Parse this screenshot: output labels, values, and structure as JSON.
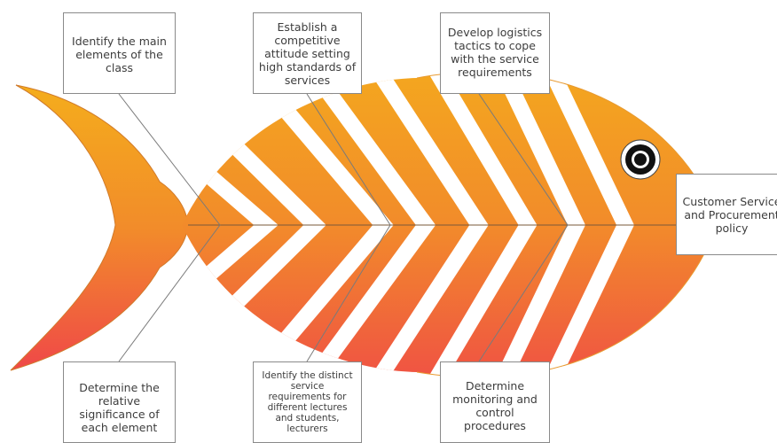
{
  "diagram": {
    "head_label": "Customer Service\nand Procurement\npolicy",
    "top_causes": [
      "Identify the main\nelements of the\nclass",
      "Establish a\ncompetitive\nattitude setting\nhigh standards of\nservices",
      "Develop logistics\ntactics to cope\nwith the service\nrequirements"
    ],
    "bottom_causes": [
      "Determine the\nrelative\nsignificance of\neach element",
      "Identify the distinct\nservice\nrequirements for\ndifferent lectures\nand students,\nlecturers",
      "Determine\nmonitoring and\ncontrol\nprocedures"
    ],
    "colors": {
      "body_top": "#f4ad1c",
      "body_bottom": "#ef4848",
      "outline": "#d07a2a",
      "spine": "#7a5a3a",
      "box_border": "#8a8a8a",
      "text": "#3d3d3d"
    }
  }
}
